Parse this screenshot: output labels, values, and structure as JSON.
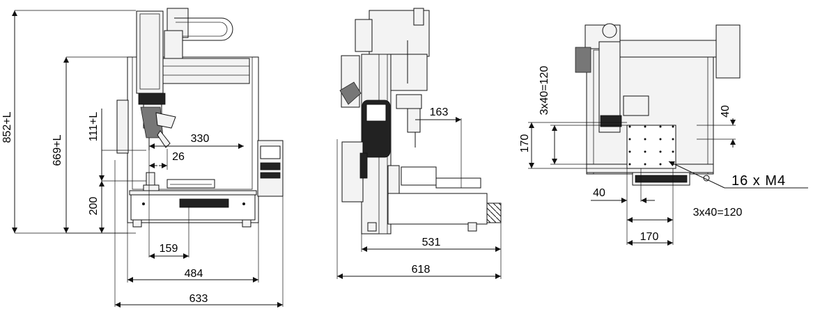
{
  "dimensions": {
    "front_view": {
      "overall_height": "852+L",
      "table_height": "669+L",
      "head_height": "111+L",
      "base_height": "200",
      "x_travel": "330",
      "needle_offset": "26",
      "tool_offset": "159",
      "frame_width": "484",
      "overall_width": "633"
    },
    "side_view": {
      "head_offset": "163",
      "base_depth": "531",
      "overall_depth": "618"
    },
    "top_view": {
      "hole_pitch_y": "3x40=120",
      "y_offset": "40",
      "plate_y": "170",
      "thread_callout": "16 x M4",
      "x_offset": "40",
      "hole_pitch_x": "3x40=120",
      "plate_x": "170"
    }
  }
}
